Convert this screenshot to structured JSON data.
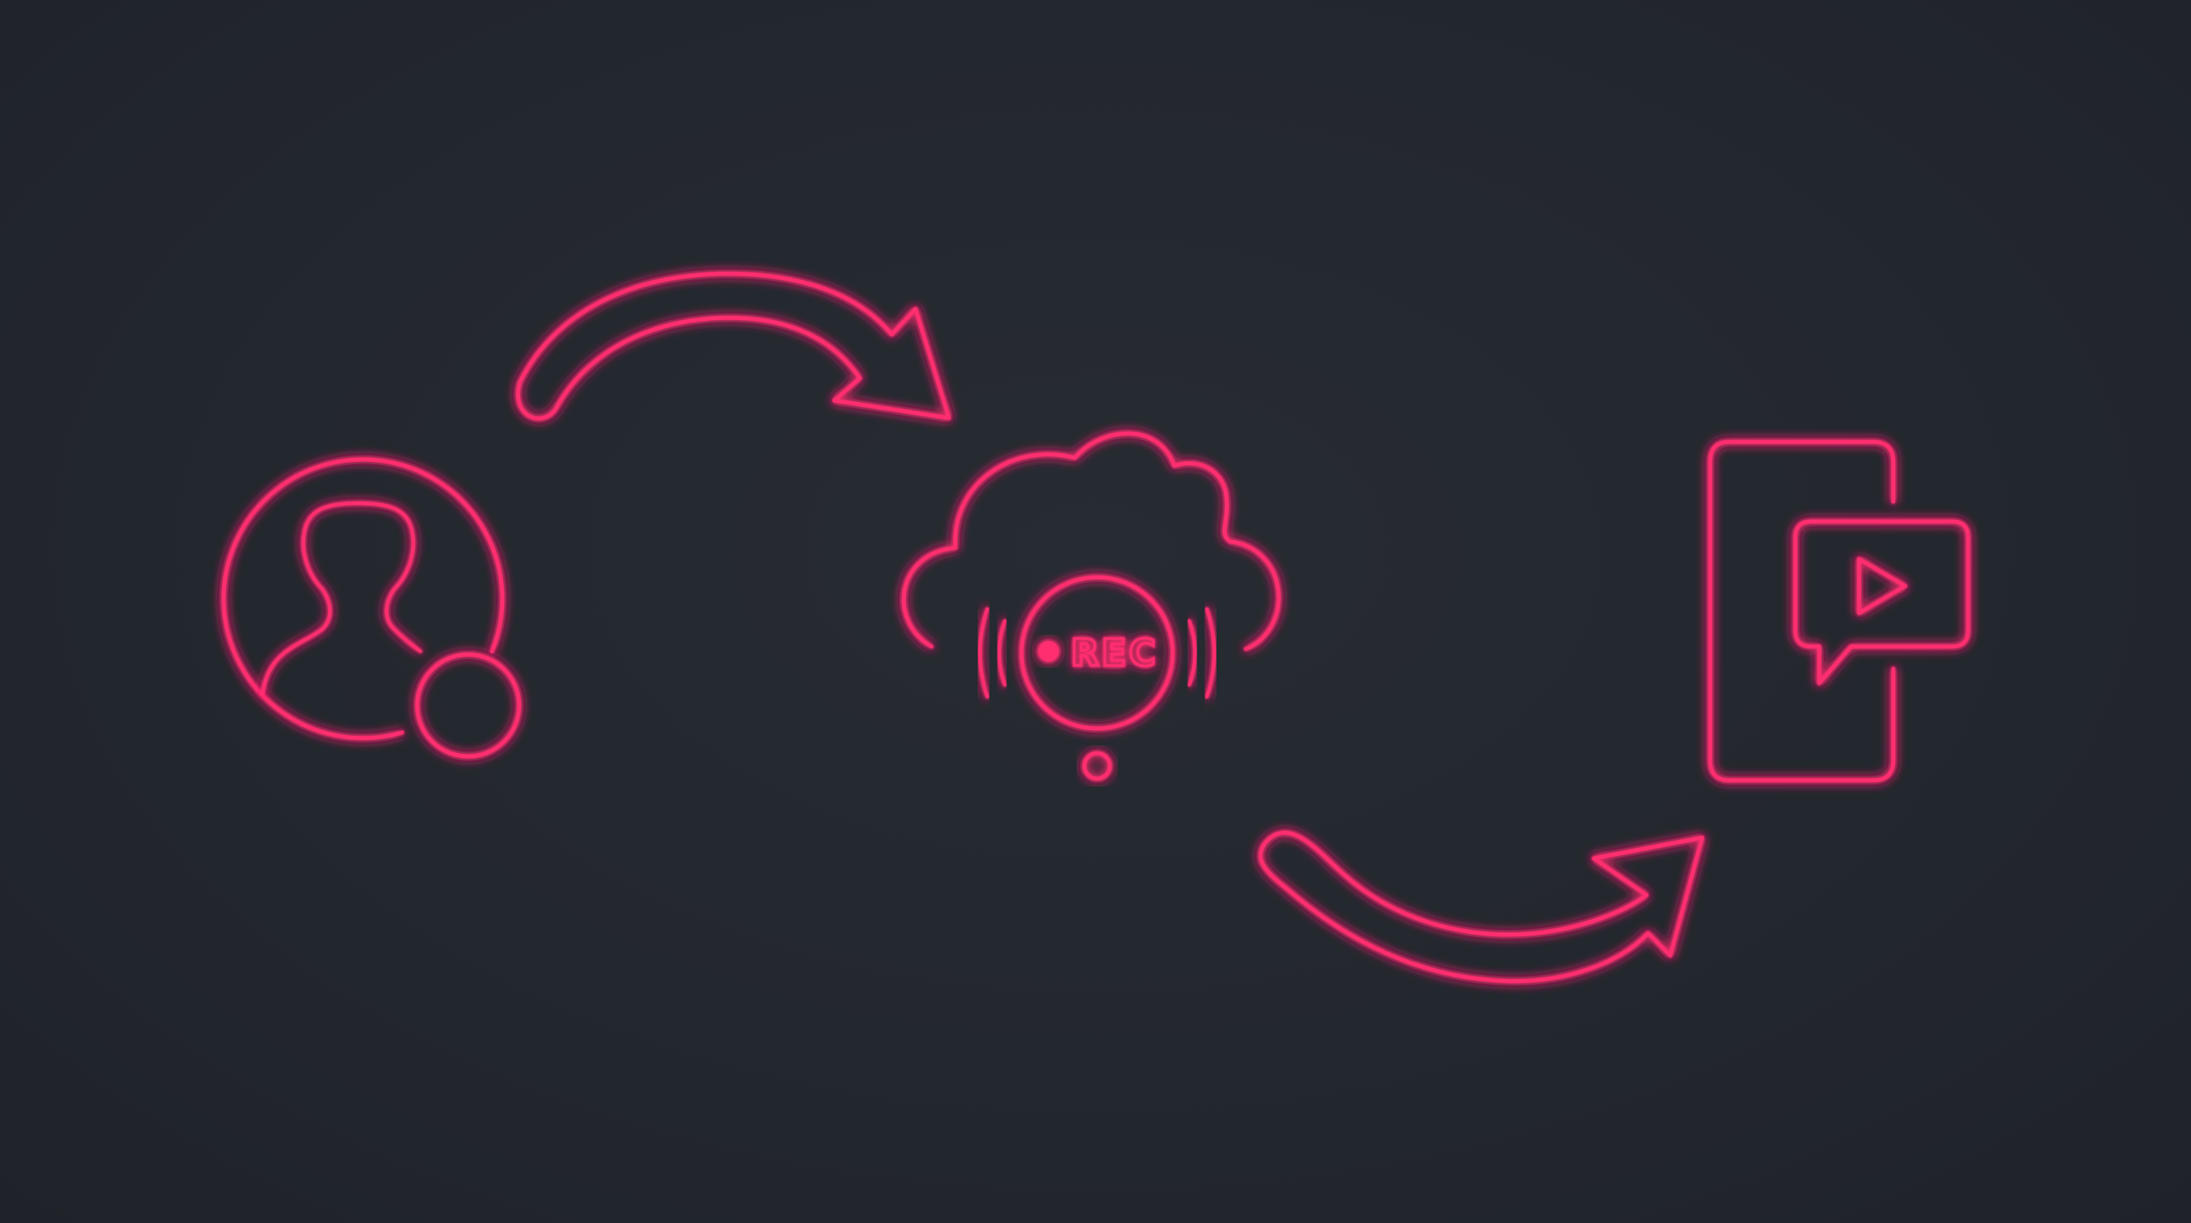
{
  "accent_color": "#ff2d6f",
  "background_color": "#23272e",
  "steps": [
    {
      "icon": "add-user-icon"
    },
    {
      "icon": "cloud-recording-icon",
      "badge": "REC"
    },
    {
      "icon": "mobile-video-icon"
    }
  ],
  "connectors": [
    {
      "icon": "curved-arrow-right-icon",
      "from": 0,
      "to": 1
    },
    {
      "icon": "curved-arrow-right-icon",
      "from": 1,
      "to": 2
    }
  ]
}
